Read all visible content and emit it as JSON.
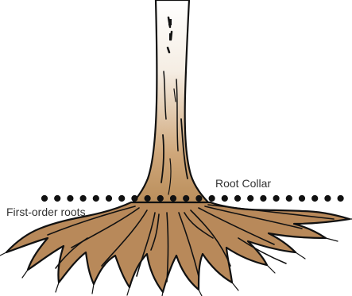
{
  "labels": {
    "root_collar": "Root Collar",
    "first_order_roots": "First-order roots"
  },
  "colors": {
    "bark_top": "#ffffff",
    "bark_bottom": "#b98d5a",
    "root_fill": "#b8895a",
    "outline": "#111111",
    "dot": "#111111",
    "label_text": "#333333"
  },
  "icons": {
    "trunk": "tree-trunk-icon",
    "roots": "root-system-icon",
    "ground_line": "dotted-ground-line"
  }
}
